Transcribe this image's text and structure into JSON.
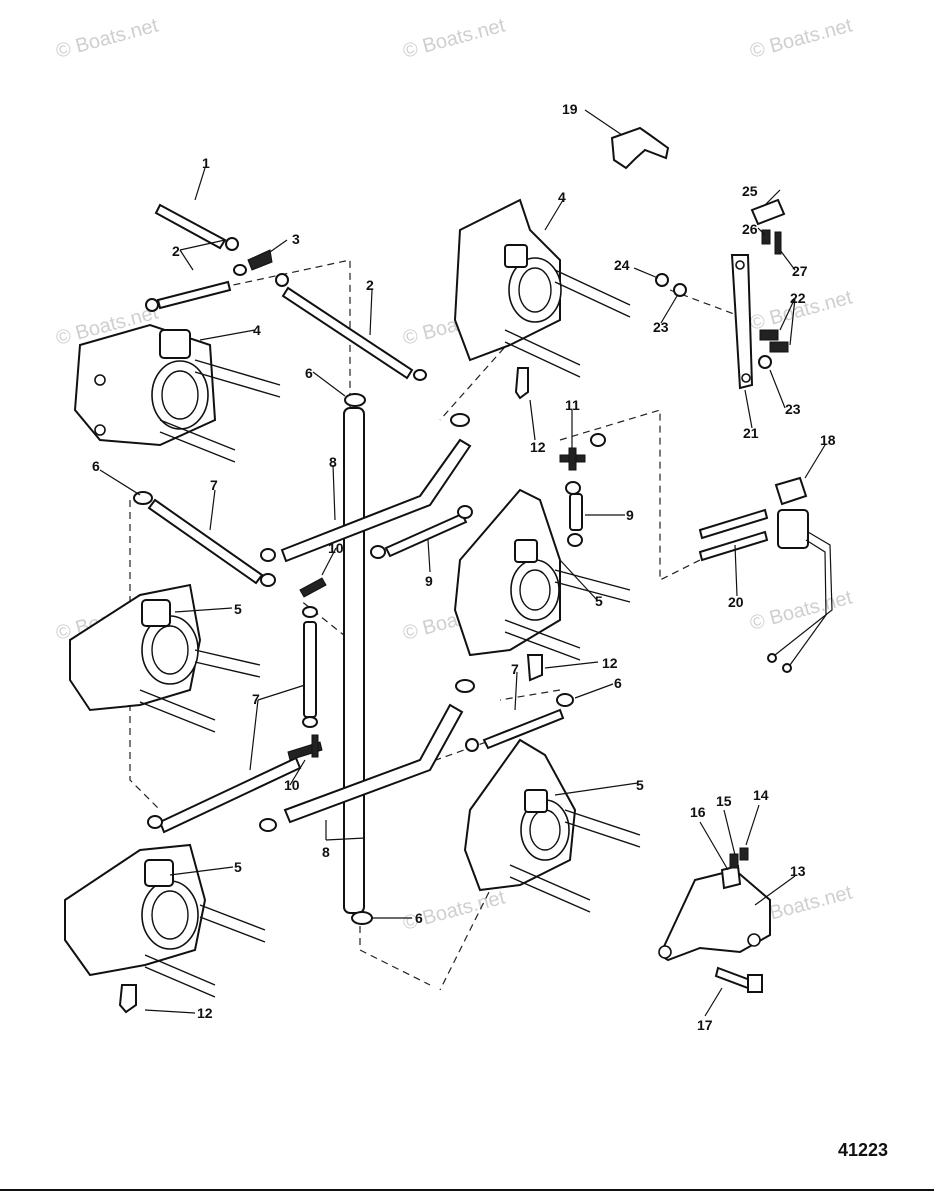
{
  "watermarks": [
    "© Boats.net",
    "© Boats.net",
    "© Boats.net",
    "© Boats.net",
    "© Boats.net",
    "© Boats.net",
    "© Boats.net",
    "© Boats.net",
    "© Boats.net",
    "© Boats.net",
    "© Boats.net"
  ],
  "callouts": {
    "c1": "1",
    "c2a": "2",
    "c2b": "2",
    "c3": "3",
    "c4a": "4",
    "c4b": "4",
    "c5a": "5",
    "c5b": "5",
    "c5c": "5",
    "c5d": "5",
    "c6a": "6",
    "c6b": "6",
    "c6c": "6",
    "c6d": "6",
    "c7a": "7",
    "c7b": "7",
    "c7c": "7",
    "c8a": "8",
    "c8b": "8",
    "c9a": "9",
    "c9b": "9",
    "c10a": "10",
    "c10b": "10",
    "c11": "11",
    "c12a": "12",
    "c12b": "12",
    "c12c": "12",
    "c13": "13",
    "c14": "14",
    "c15": "15",
    "c16": "16",
    "c17": "17",
    "c18": "18",
    "c19": "19",
    "c20": "20",
    "c21": "21",
    "c22": "22",
    "c23a": "23",
    "c23b": "23",
    "c24": "24",
    "c25": "25",
    "c26": "26",
    "c27": "27"
  },
  "figure_number": "41223"
}
